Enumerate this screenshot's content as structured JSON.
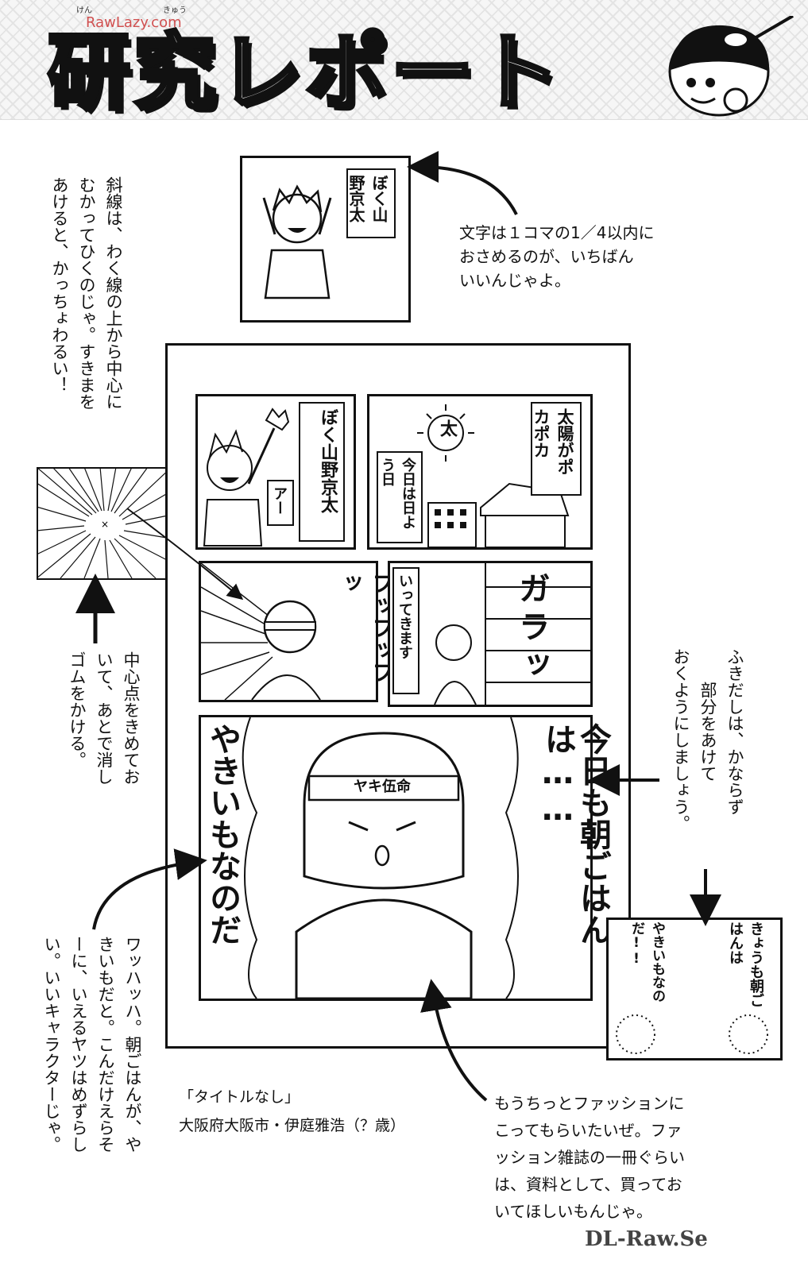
{
  "header": {
    "title": "研究レポート",
    "ruby": [
      "けん",
      "きゅう"
    ],
    "watermark": "RawLazy.com"
  },
  "notes": {
    "text_size": [
      "文字は１コマの1／4以内に",
      "おさめるのが、いちばん",
      "いいんじゃよ。"
    ],
    "diagonal_lines": [
      "斜線は、わく線の上から中心に",
      "むかってひくのじゃ。すきまを",
      "あけると、かっちょわるい！"
    ],
    "center_point": [
      "中心点をきめてお",
      "いて、あとで消し",
      "ゴムをかける。"
    ],
    "balloon": [
      "ふきだしは、かならず",
      "　　部分をあけて",
      "おくようにしましょう。"
    ],
    "fashion": [
      "もうちっとファッションに",
      "こってもらいたいぜ。ファ",
      "ッション雑誌の一冊ぐらい",
      "は、資料として、買ってお",
      "いてほしいもんじゃ。"
    ],
    "character": [
      "ワッハッハ。朝ごはんが、や",
      "きいもだと。こんだけえらそ",
      "ーに、いえるヤツはめずらし",
      "い。いいキャラクターじゃ。"
    ]
  },
  "credit": {
    "title": "「タイトルなし」",
    "author": "大阪府大阪市・伊庭雅浩（？歳）"
  },
  "top_example": {
    "bubble": "ぼく山野京太"
  },
  "comic": {
    "panel1": {
      "bubble": "ぼく山野京太",
      "shout": "アー"
    },
    "panel2": {
      "bubble_right": "太陽がポカポカ",
      "bubble_left": "今日は日よう日",
      "sun": "太"
    },
    "panel3": {
      "sfx": "フッフッフッ"
    },
    "panel4": {
      "speech": "いってきます",
      "sfx": "ガラッ"
    },
    "panel5": {
      "line1": "今日も朝ごはんは……",
      "line2": "やきいもなのだ",
      "headband": "ヤキ伍命"
    }
  },
  "side_example": {
    "bubble_right": "きょうも朝ごはんは",
    "bubble_left": "やきいもなのだ!!"
  },
  "footer": {
    "watermark": "DL-Raw.Se"
  }
}
